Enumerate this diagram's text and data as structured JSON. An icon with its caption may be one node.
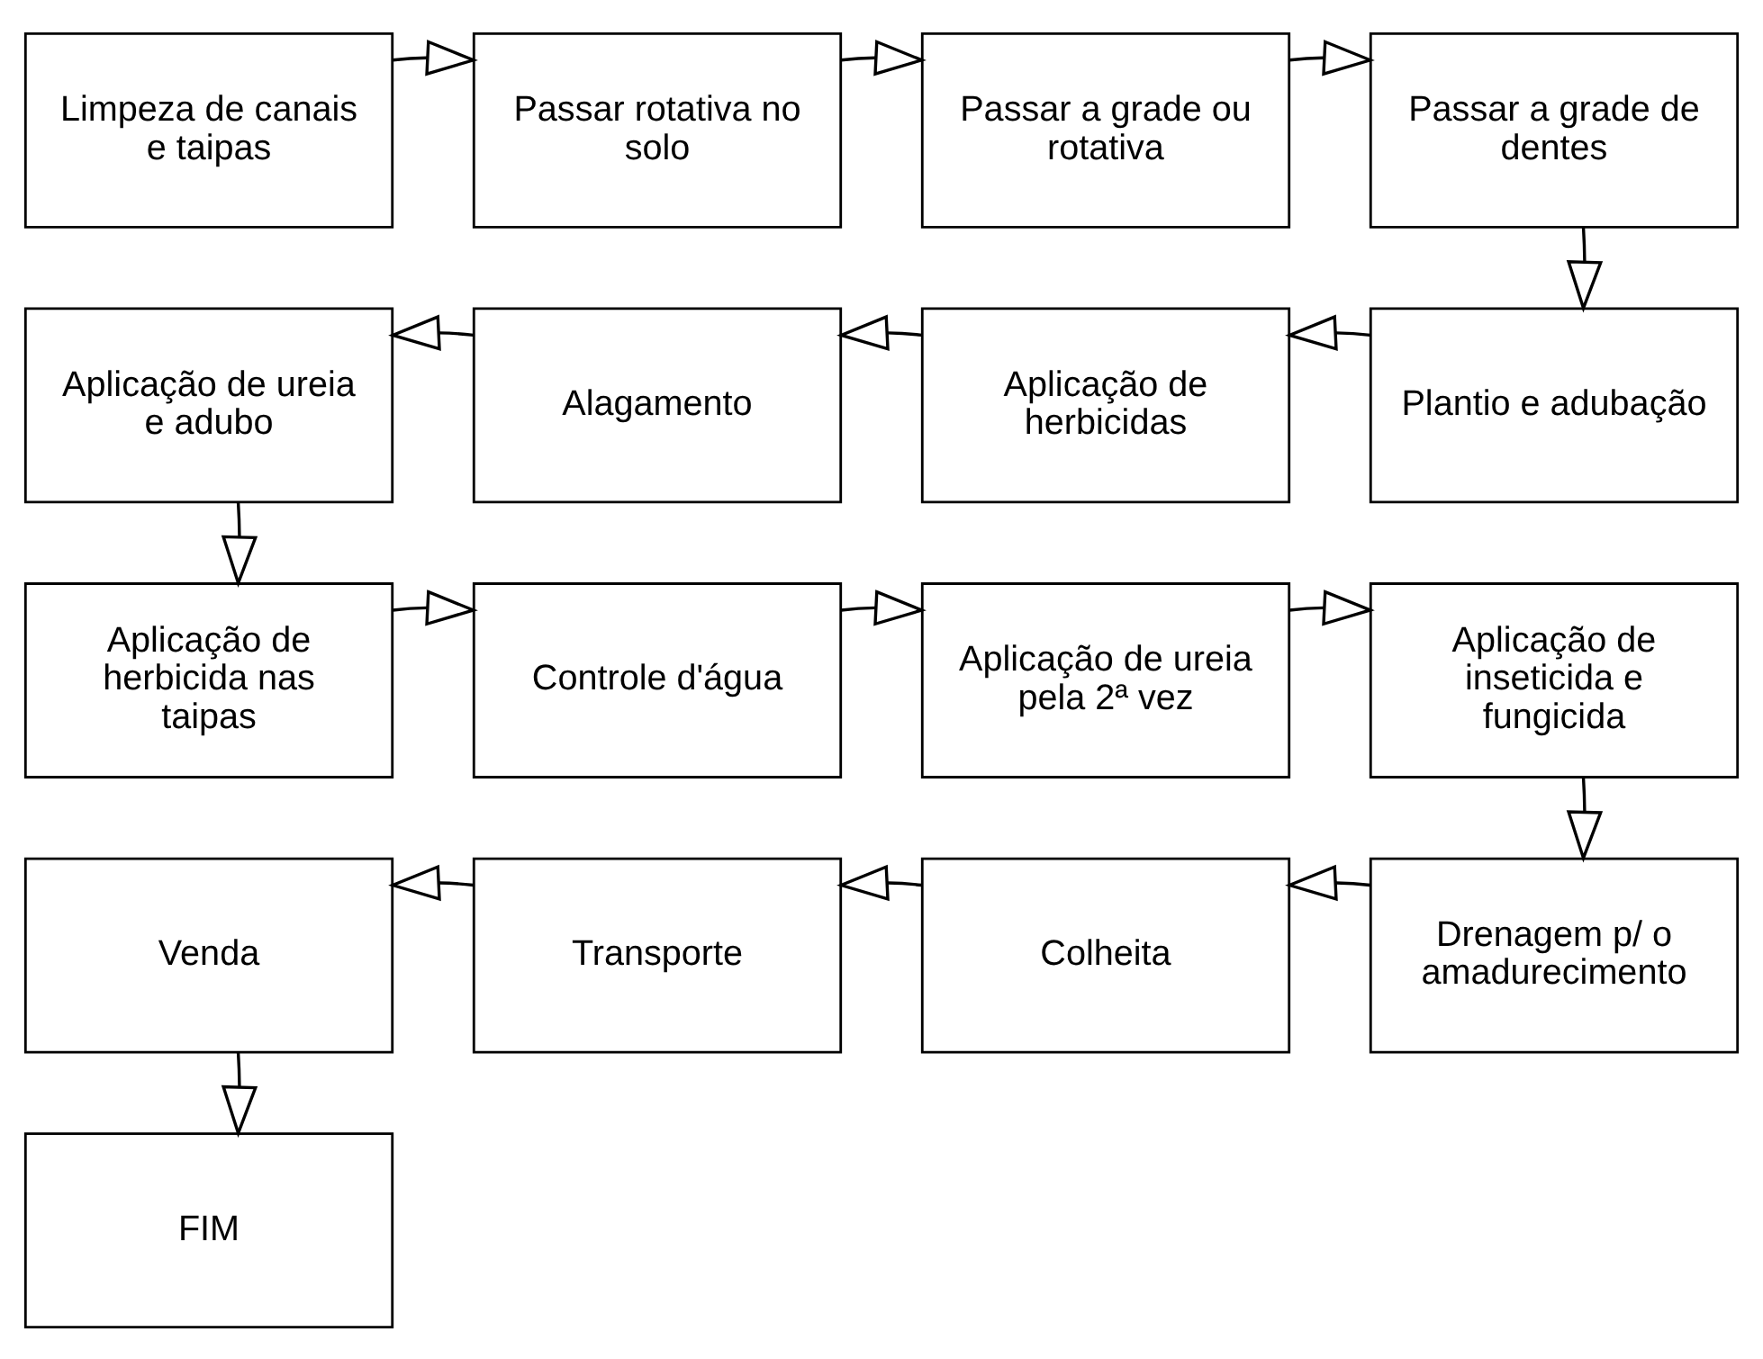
{
  "diagram": {
    "nodes": [
      {
        "text": [
          "Limpeza de canais e taipas"
        ]
      },
      {
        "text": [
          "Passar rotativa no solo"
        ]
      },
      {
        "text": [
          "Passar a grade ou rotativa"
        ]
      },
      {
        "text": [
          "Passar a grade de dentes"
        ]
      },
      {
        "text": [
          "Aplicação de ureia e adubo"
        ]
      },
      {
        "text": [
          "Alagamento"
        ]
      },
      {
        "text": [
          "Aplicação de herbicidas"
        ]
      },
      {
        "text": [
          "Plantio e adubação"
        ]
      },
      {
        "text": [
          "Aplicação de herbicida nas taipas"
        ]
      },
      {
        "text": [
          "Controle d'água"
        ]
      },
      {
        "text": [
          "Aplicação de ureia pela 2ª vez"
        ]
      },
      {
        "text": [
          "Aplicação de inseticida e fungicida"
        ]
      },
      {
        "text": [
          "Venda"
        ]
      },
      {
        "text": [
          "Transporte"
        ]
      },
      {
        "text": [
          "Colheita"
        ]
      },
      {
        "text": [
          "Drenagem p/ o amadurecimento"
        ]
      },
      {
        "text": [
          "FIM"
        ]
      }
    ],
    "edges": [
      {
        "from": 0,
        "to": 1,
        "arrow": "to"
      },
      {
        "from": 1,
        "to": 2,
        "arrow": "to"
      },
      {
        "from": 2,
        "to": 3,
        "arrow": "to"
      },
      {
        "from": 3,
        "to": 7,
        "arrow": "to"
      },
      {
        "from": 7,
        "to": 6,
        "arrow": "to"
      },
      {
        "from": 6,
        "to": 5,
        "arrow": "to"
      },
      {
        "from": 5,
        "to": 4,
        "arrow": "to"
      },
      {
        "from": 4,
        "to": 8,
        "arrow": "to"
      },
      {
        "from": 8,
        "to": 9,
        "arrow": "to"
      },
      {
        "from": 9,
        "to": 10,
        "arrow": "to"
      },
      {
        "from": 10,
        "to": 11,
        "arrow": "to"
      },
      {
        "from": 11,
        "to": 15,
        "arrow": "to"
      },
      {
        "from": 15,
        "to": 14,
        "arrow": "to"
      },
      {
        "from": 14,
        "to": 13,
        "arrow": "to"
      },
      {
        "from": 13,
        "to": 12,
        "arrow": "to"
      },
      {
        "from": 12,
        "to": 16,
        "arrow": "to"
      }
    ]
  }
}
